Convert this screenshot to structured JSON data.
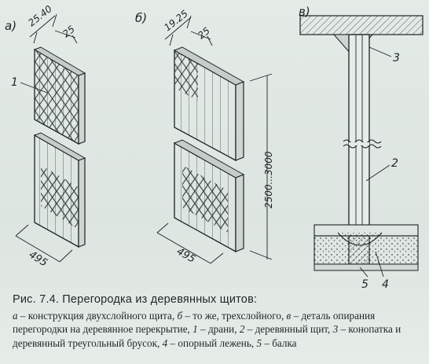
{
  "figure": {
    "panel_labels": [
      "а)",
      "б)",
      "в)"
    ],
    "dimensions": {
      "a_top": "25.40",
      "a_side": "25",
      "a_width": "495",
      "b_top": "19.25",
      "b_side": "25",
      "b_width": "495",
      "height": "2500...3000"
    },
    "callouts": [
      "1",
      "2",
      "3",
      "4",
      "5"
    ]
  },
  "caption": {
    "title": "Рис. 7.4. Перегородка из деревянных щитов:",
    "line1_a": "а",
    "line1_a_text": " – конструкция двухслойного щита, ",
    "line1_b": "б",
    "line1_b_text": " – то же, трехслойного, ",
    "line1_c": "в",
    "line1_c_text": " – деталь опирания перегородки на деревянное перекрытие, ",
    "n1": "1",
    "n1_text": " – драни, ",
    "n2": "2",
    "n2_text": " – деревянный щит, ",
    "n3": "3",
    "n3_text": " – конопатка и деревянный треугольный брусок, ",
    "n4": "4",
    "n4_text": " – опорный лежень, ",
    "n5": "5",
    "n5_text": " – балка"
  },
  "colors": {
    "ink": "#1d2226",
    "paper": "#e2e9e5",
    "hatch": "#3a4145"
  }
}
